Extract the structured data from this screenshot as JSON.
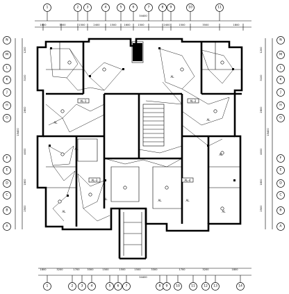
{
  "dimensions": {
    "top_total": "34400",
    "top_segments": [
      "1800",
      "3500",
      "1500",
      "2400",
      "1500",
      "1600",
      "1500",
      "2400",
      "1500",
      "3500",
      "1800"
    ],
    "bottom_total": "34400",
    "bottom_segments": [
      "1800",
      "3200",
      "1700",
      "3300",
      "1500",
      "1500",
      "1500",
      "3300",
      "1700",
      "3200",
      "1800"
    ],
    "left_total": "15400",
    "right_total": "15400",
    "left_segments": [
      "1200",
      "3100",
      "2800",
      "4000",
      "1800",
      "2500"
    ],
    "right_segments": [
      "1200",
      "3100",
      "2800",
      "4000",
      "1800",
      "2500"
    ]
  },
  "axis_bubbles": {
    "top": [
      "1",
      "2",
      "3",
      "4",
      "5",
      "6",
      "7",
      "8",
      "9",
      "10",
      "11"
    ],
    "bottom": [
      "1",
      "2",
      "3",
      "4",
      "5",
      "6",
      "7",
      "8",
      "9",
      "10",
      "11",
      "12",
      "13",
      "14"
    ],
    "left": [
      "N",
      "M",
      "L",
      "K",
      "J",
      "H",
      "G",
      "F",
      "E",
      "D",
      "C",
      "B",
      "A"
    ],
    "right": [
      "N",
      "M",
      "L",
      "K",
      "J",
      "H",
      "G",
      "F",
      "E",
      "D",
      "C",
      "B",
      "A"
    ]
  },
  "room_labels": [
    "AL",
    "AL",
    "AL",
    "AL",
    "AL",
    "AL",
    "AL",
    "AL",
    "AL",
    "AL"
  ],
  "panel_labels": [
    "AL-1",
    "AL-2",
    "AL-3",
    "AL-4"
  ]
}
